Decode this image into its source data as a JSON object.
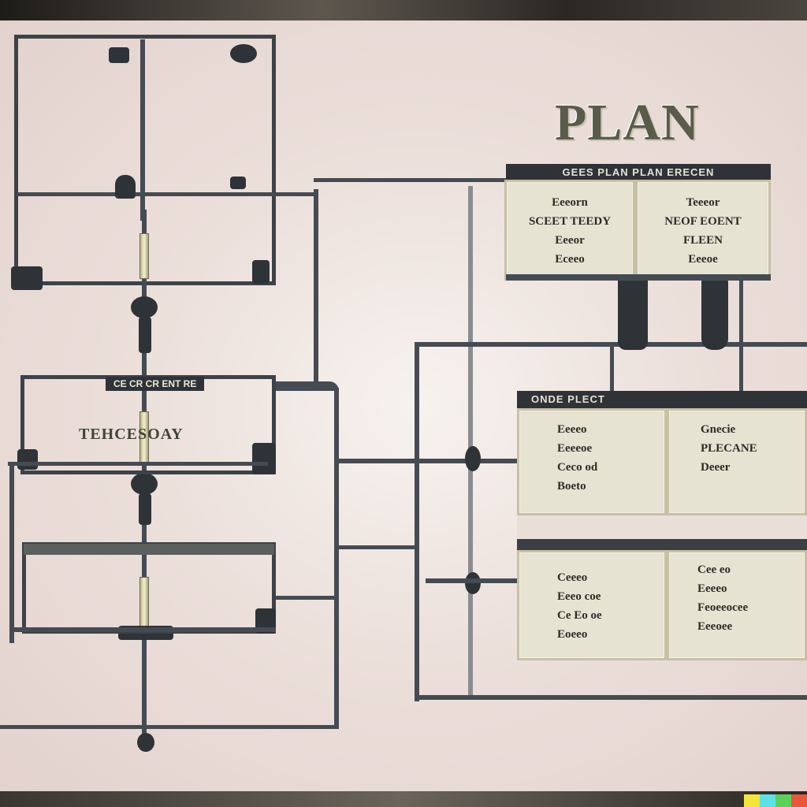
{
  "title": "PLAN",
  "left_frames": {
    "middle_label": "TEHCESOAY",
    "middle_strip": "CE CR CR ENT RE"
  },
  "top_panel": {
    "header": "GEES PLAN PLAN ERECEN",
    "left_lines": [
      "Eeeorn",
      "SCEET TEEDY",
      "Eeeor",
      "Eceeo"
    ],
    "right_lines": [
      "Teeeor",
      "NEOF EOENT",
      "FLEEN",
      "Eeeoe"
    ]
  },
  "mid_panel": {
    "header": "ONDE PLECT",
    "left_lines": [
      "Eeeeo",
      "Eeeeoe",
      "Ceco od",
      "Boeto"
    ],
    "right_lines": [
      "Gnecie",
      "PLECANE",
      "Deeer"
    ]
  },
  "bottom_panel": {
    "left_lines": [
      "Ceeeo",
      "Eeeo coe",
      "Ce Eo oe",
      "Eoeeo"
    ],
    "right_lines": [
      "Cee eo",
      "Eeeeo",
      "Feoeeocee",
      "Eeeoee"
    ]
  },
  "colors": {
    "board": "#ece0db",
    "wire": "#454b52",
    "panel": "#e7e3d2",
    "header_bar": "#2f3337"
  }
}
